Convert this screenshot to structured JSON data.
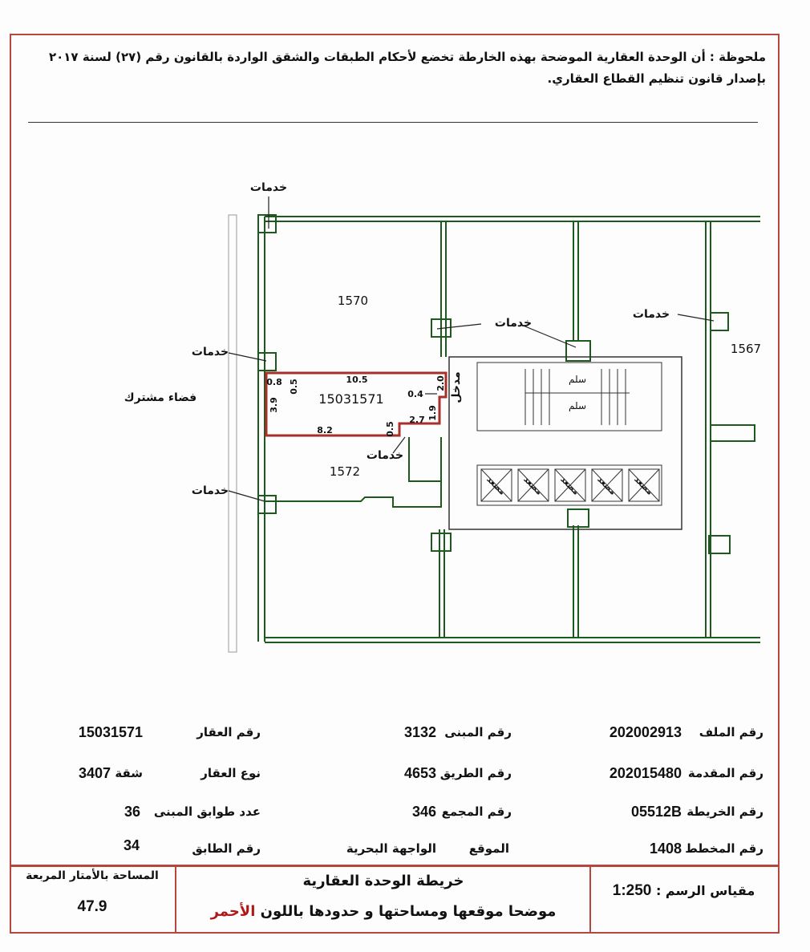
{
  "note": "ملحوظة : أن الوحدة العقارية الموضحة بهذه الخارطة تخضع لأحكام الطبقات والشقق الواردة بالقانون رقم (٢٧) لسنة ٢٠١٧ بإصدار قانون تنظيم القطاع العقاري.",
  "plan": {
    "services": "خدمات",
    "shared_space": "فضاء مشترك",
    "entrance": "مدخل",
    "stairs": "سلم",
    "elevator": "مصعد",
    "unit_1570": "1570",
    "unit_1567": "1567",
    "unit_1572": "1572",
    "unit_main": "15031571",
    "dims": {
      "top": "10.5",
      "left": "3.9",
      "bottom": "8.2",
      "d08": "0.8",
      "d05a": "0.5",
      "d20": "2.0",
      "d04": "0.4",
      "d19": "1.9",
      "d27": "2.7",
      "d05b": "0.5"
    },
    "colors": {
      "boundary": "#a8302a",
      "walls": "#1d5a1d",
      "frame": "#b5483e"
    }
  },
  "info": {
    "file_label": "رقم الملف",
    "file_value": "202002913",
    "app_label": "رقم المقدمة",
    "app_value": "202015480",
    "map_label": "رقم الخريطة",
    "map_value": "05512B",
    "plan_label": "رقم المخطط",
    "plan_value": "1408",
    "building_label": "رقم المبنى",
    "building_value": "3132",
    "road_label": "رقم الطريق",
    "road_value": "4653",
    "block_label": "رقم المجمع",
    "block_value": "346",
    "location_label": "الموقع",
    "location_value": "الواجهة البحرية",
    "property_label": "رقم العقار",
    "property_value": "15031571",
    "type_label": "نوع العقار",
    "type_value": "شقة",
    "type_number": "3407",
    "floors_label": "عدد طوابق المبنى",
    "floors_value": "36",
    "floor_label": "رقم الطابق",
    "floor_value": "34"
  },
  "footer": {
    "scale_label": "مقياس الرسم :",
    "scale_value": "1:250",
    "title": "خريطة الوحدة العقارية",
    "subtitle": "موضحا موقعها ومساحتها و حدودها باللون",
    "subtitle_red": "الأحمر",
    "area_label": "المساحة بالأمتار المربعة",
    "area_value": "47.9"
  }
}
